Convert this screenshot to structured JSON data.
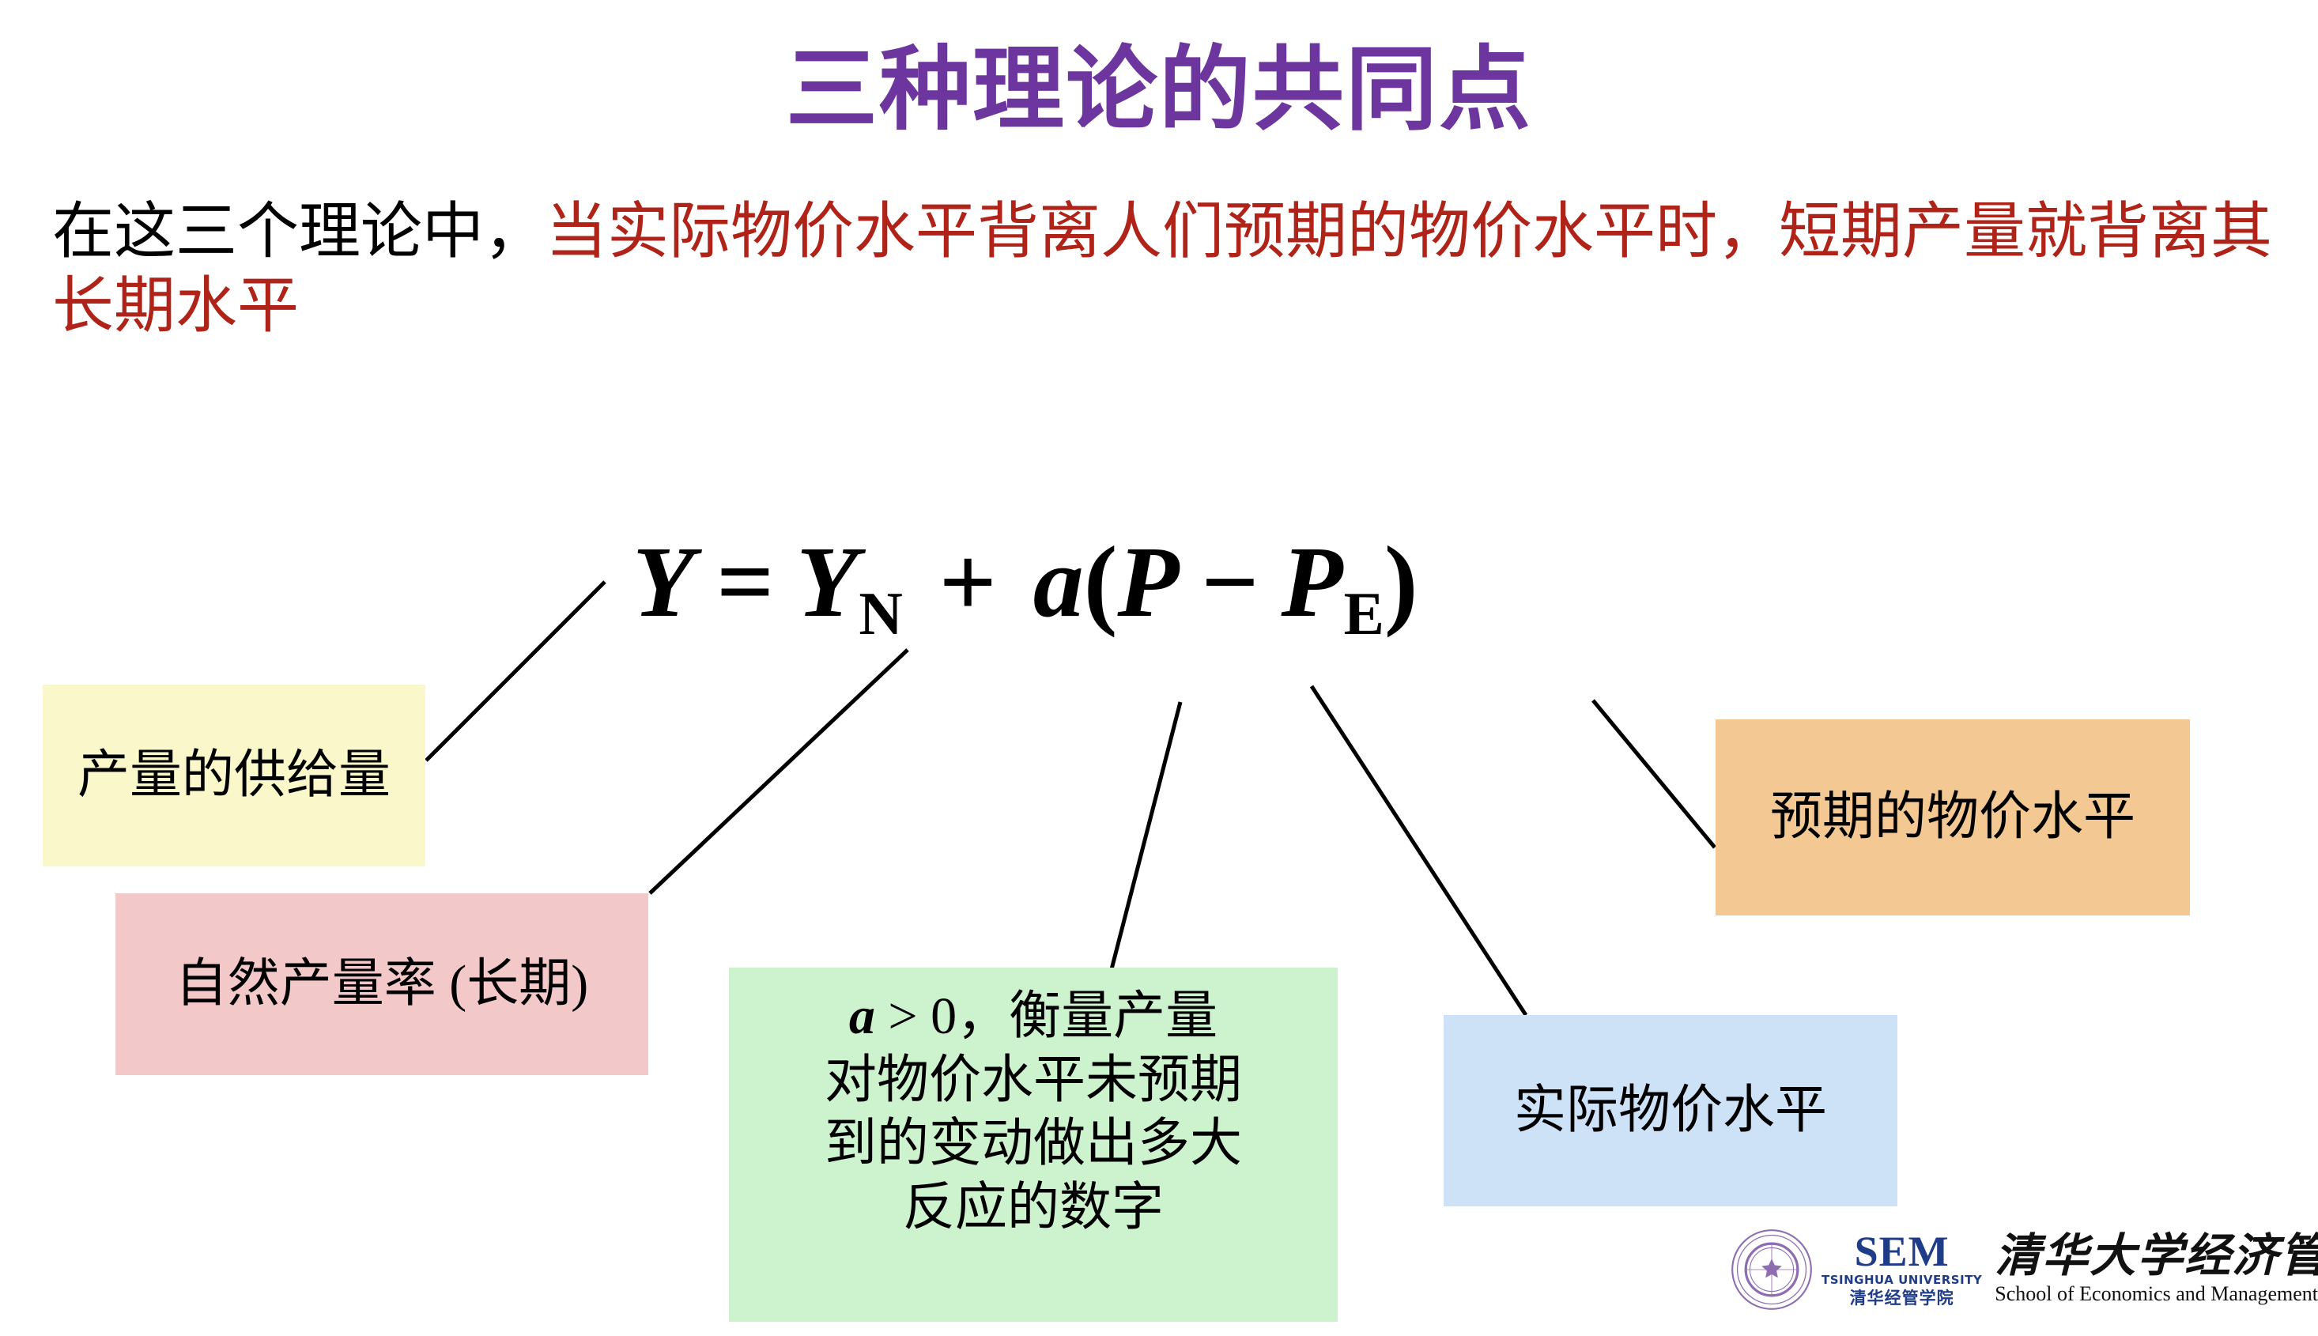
{
  "slide": {
    "title": "三种理论的共同点",
    "title_color": "#6D359E",
    "background": "#FFFFFF"
  },
  "subtitle": {
    "lead_black": "在这三个理论中，",
    "highlight_red": "当实际物价水平背离人们预期的物价水平时，短期产量就背离其长期水平",
    "red_color": "#B02318",
    "black_color": "#000000"
  },
  "equation": {
    "lhs": "Y",
    "equals": "=",
    "term_natural": "Y",
    "term_natural_sub": "N",
    "plus": "+",
    "coefficient": "a",
    "open_paren": "(",
    "price_actual": "P",
    "minus": "−",
    "price_expected": "P",
    "price_expected_sub": "E",
    "close_paren": ")",
    "plain_text": "Y = YN + a(P - PE)"
  },
  "callouts": [
    {
      "id": "supply",
      "text": "产量的供给量",
      "color": "#FAF7CB",
      "points_to": "Y"
    },
    {
      "id": "natural",
      "text": "自然产量率 (长期)",
      "color": "#F3C8C8",
      "points_to": "YN"
    },
    {
      "id": "coefficient",
      "line1_math": "a",
      "line1_rest": " > 0，衡量产量",
      "line2": "对物价水平未预期",
      "line3": "到的变动做出多大",
      "line4": "反应的数字",
      "color": "#CDF2CE",
      "points_to": "a"
    },
    {
      "id": "actual-price",
      "text": "实际物价水平",
      "color": "#CDE1F7",
      "points_to": "P"
    },
    {
      "id": "expected-price",
      "text": "预期的物价水平",
      "color": "#F3C893",
      "points_to": "PE"
    }
  ],
  "logo": {
    "sem_word": "SEM",
    "sem_en": "TSINGHUA UNIVERSITY",
    "sem_cn": "清华经管学院",
    "seal_text": "清华大学",
    "name_cn": "清华大学经济管理学院",
    "name_en": "School of Economics and Management, Tsinghua University",
    "brand_color": "#1F3C88",
    "seal_color": "#8E6DB0"
  }
}
